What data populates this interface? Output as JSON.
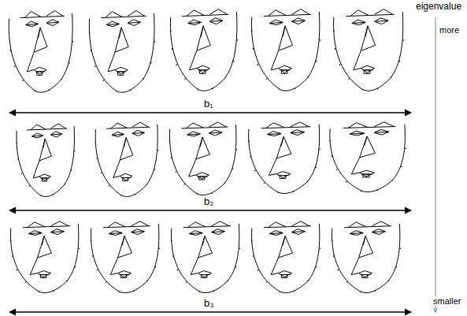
{
  "diagram": {
    "labels": [
      "eigenvalue",
      "more",
      "b₁",
      "b₂",
      "b₃",
      "smaller"
    ]
  }
}
